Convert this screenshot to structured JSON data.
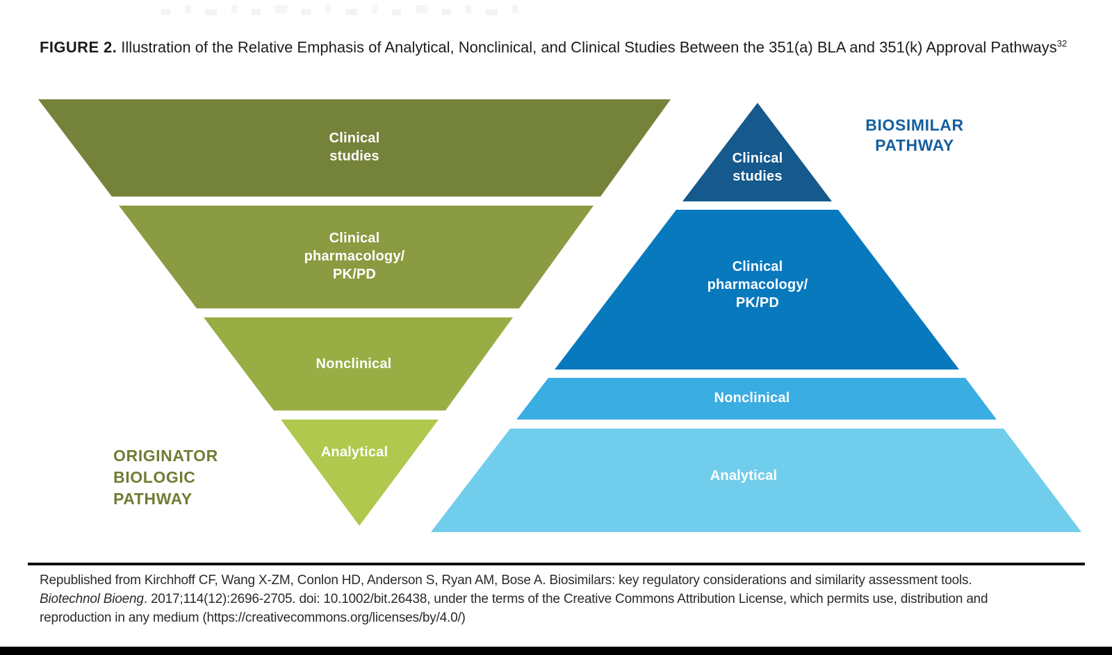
{
  "figure": {
    "label": "FIGURE 2.",
    "title": " Illustration of the Relative Emphasis of Analytical, Nonclinical, and Clinical Studies Between the 351(a) BLA and 351(k) Approval Pathways",
    "superscript": "32"
  },
  "pathways": {
    "originator": {
      "label_lines": [
        "ORIGINATOR",
        "BIOLOGIC",
        "PATHWAY"
      ],
      "label_color": "#6f7d35",
      "layers": [
        {
          "lines": [
            "Clinical",
            "studies"
          ],
          "color": "#75833a"
        },
        {
          "lines": [
            "Clinical",
            "pharmacology/",
            "PK/PD"
          ],
          "color": "#8a9b41"
        },
        {
          "lines": [
            "Nonclinical"
          ],
          "color": "#98ae44"
        },
        {
          "lines": [
            "Analytical"
          ],
          "color": "#afc84d"
        }
      ]
    },
    "biosimilar": {
      "label_lines": [
        "BIOSIMILAR",
        "PATHWAY"
      ],
      "label_color": "#155f9e",
      "layers": [
        {
          "lines": [
            "Clinical",
            "studies"
          ],
          "color": "#15598d"
        },
        {
          "lines": [
            "Clinical",
            "pharmacology/",
            "PK/PD"
          ],
          "color": "#0979bd"
        },
        {
          "lines": [
            "Nonclinical"
          ],
          "color": "#3aade2"
        },
        {
          "lines": [
            "Analytical"
          ],
          "color": "#71cdec"
        }
      ]
    }
  },
  "citation": {
    "line1": "Republished from Kirchhoff CF, Wang X-ZM, Conlon HD, Anderson S, Ryan AM, Bose A. Biosimilars: key regulatory considerations and similarity assessment tools.",
    "journal": "Biotechnol Bioeng",
    "line2_rest": ". 2017;114(12):2696-2705. doi: 10.1002/bit.26438, under the terms of the Creative Commons Attribution License, which permits use, distribution and",
    "line3": "reproduction in any medium (https://creativecommons.org/licenses/by/4.0/)"
  }
}
